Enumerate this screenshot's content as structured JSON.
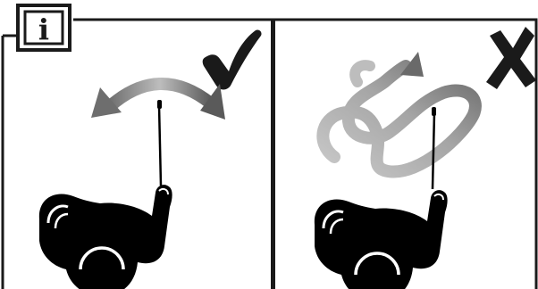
{
  "info_badge": {
    "letter": "i",
    "icon": "info-icon"
  },
  "panels": [
    {
      "id": "correct",
      "verdict": "correct",
      "mark_icon": "check-mark-icon",
      "motion": "smooth-arc-swing",
      "motion_icon": "double-headed-arc-arrow-icon",
      "figure_icon": "person-holding-antenna-icon"
    },
    {
      "id": "incorrect",
      "verdict": "incorrect",
      "mark_icon": "cross-mark-icon",
      "motion": "erratic-looping-swing",
      "motion_icon": "looping-arrow-icon",
      "figure_icon": "person-holding-antenna-icon"
    }
  ],
  "colors": {
    "frame": "#1a1a1a",
    "figure": "#000000",
    "mark": "#1a1a1a",
    "arrow_light": "#c8c8c8",
    "arrow_dark": "#6e6e6e",
    "badge_fill": "#ffffff"
  }
}
